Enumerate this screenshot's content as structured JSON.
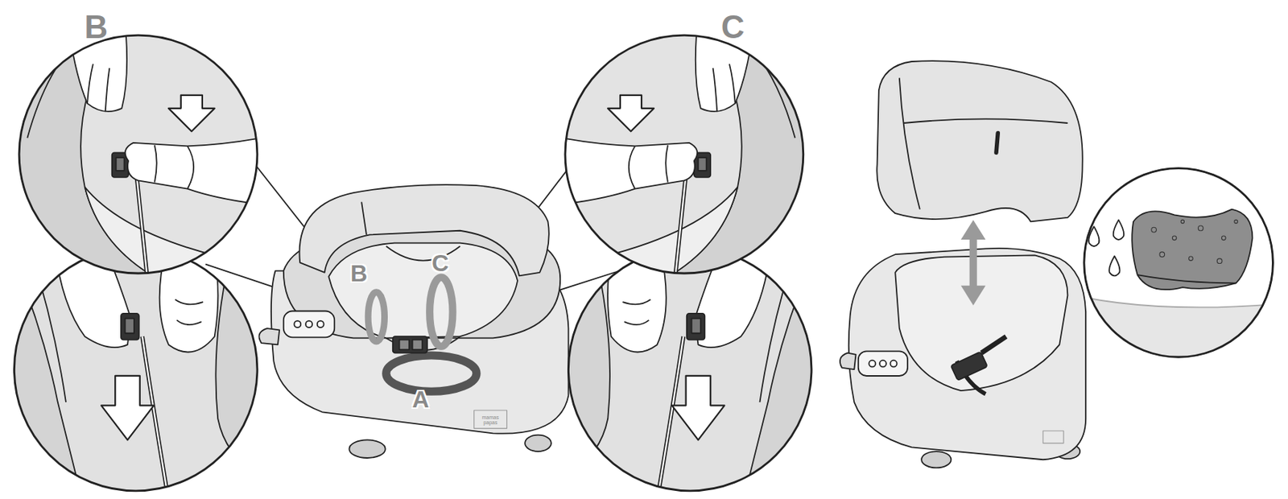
{
  "diagram": {
    "labels": [
      "B",
      "C",
      "B",
      "C",
      "A",
      "mamas papas"
    ]
  }
}
